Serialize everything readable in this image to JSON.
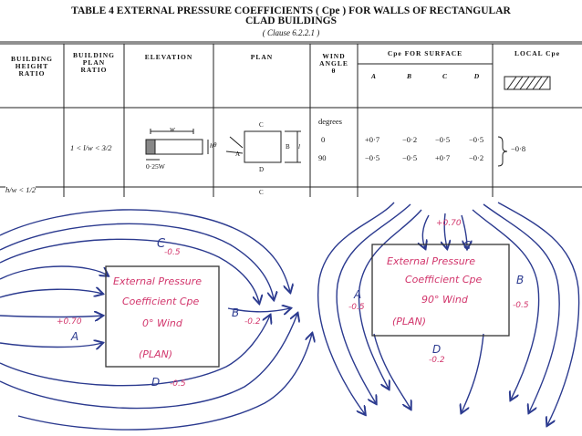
{
  "table": {
    "title_line1": "TABLE 4  EXTERNAL PRESSURE COEFFICIENTS ( Cpe ) FOR WALLS OF RECTANGULAR",
    "title_line2": "CLAD BUILDINGS",
    "clause": "( Clause 6.2.2.1 )",
    "headers": {
      "building_height_ratio": [
        "BUILDING",
        "HEIGHT",
        "RATIO"
      ],
      "building_plan_ratio": [
        "BUILDING",
        "PLAN",
        "RATIO"
      ],
      "elevation": "ELEVATION",
      "plan": "PLAN",
      "wind_angle": [
        "WIND",
        "ANGLE",
        "θ"
      ],
      "cpe_for_surface": "Cpe FOR SURFACE",
      "local_cpe": "LOCAL Cpe",
      "surfaces": [
        "A",
        "B",
        "C",
        "D"
      ]
    },
    "degrees_label": "degrees",
    "plan_ratio_label": "1 < l/w < 3/2",
    "height_ratio_label": "h/w < 1/2",
    "elevation_labels": {
      "w": "w",
      "h": "h",
      "offset": "0·25W"
    },
    "plan_labels": {
      "theta": "θ",
      "a": "A",
      "b": "B",
      "c": "C",
      "d": "D",
      "l": "l"
    },
    "rows": [
      {
        "angle": "0",
        "values": [
          "+0·7",
          "−0·2",
          "−0·5",
          "−0·5"
        ]
      },
      {
        "angle": "90",
        "values": [
          "−0·5",
          "−0·5",
          "+0·7",
          "−0·2"
        ]
      }
    ],
    "local_value": "−0·8",
    "next_plan_c": "C"
  },
  "sketch_left": {
    "box_lines": [
      "External Pressure",
      "Coefficient Cpe",
      "0° Wind",
      "(PLAN)"
    ],
    "face_labels": {
      "top": "C",
      "top_value": "-0.5",
      "right": "B",
      "right_value": "-0.2",
      "left": "A",
      "left_value": "+0.70",
      "bottom": "D",
      "bottom_value": "-0.5"
    }
  },
  "sketch_right": {
    "box_lines": [
      "External Pressure",
      "Coefficient Cpe",
      "90° Wind",
      "(PLAN)"
    ],
    "face_labels": {
      "top": "C",
      "top_value": "+0.70",
      "right": "B",
      "right_value": "-0.5",
      "left": "A",
      "left_value": "-0.5",
      "bottom": "D",
      "bottom_value": "-0.2"
    }
  },
  "colors": {
    "ink": "#2b3a8f",
    "pink": "#d2366c",
    "table_line": "#222222"
  }
}
